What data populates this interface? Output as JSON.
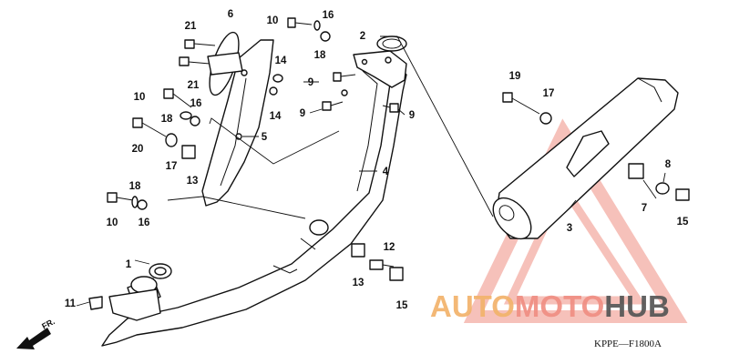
{
  "diagram_code": "KPPE—F1800A",
  "front_label": "FR.",
  "watermark": {
    "part1": "AUTO",
    "part2": "MOTO",
    "part3": "HUB",
    "colors": {
      "auto": "#f2b36b",
      "moto": "#f08f83",
      "hub": "#555555",
      "triangle": "#f08f83"
    }
  },
  "callouts": {
    "c1": "1",
    "c2": "2",
    "c3": "3",
    "c4": "4",
    "c5": "5",
    "c6": "6",
    "c7": "7",
    "c8": "8",
    "c9a": "9",
    "c9b": "9",
    "c9c": "9",
    "c10a": "10",
    "c10b": "10",
    "c10c": "10",
    "c11": "11",
    "c12": "12",
    "c13a": "13",
    "c13b": "13",
    "c14a": "14",
    "c14b": "14",
    "c15a": "15",
    "c15b": "15",
    "c16a": "16",
    "c16b": "16",
    "c16c": "16",
    "c17a": "17",
    "c17b": "17",
    "c18a": "18",
    "c18b": "18",
    "c18c": "18",
    "c19": "19",
    "c20": "20",
    "c21a": "21",
    "c21b": "21"
  }
}
